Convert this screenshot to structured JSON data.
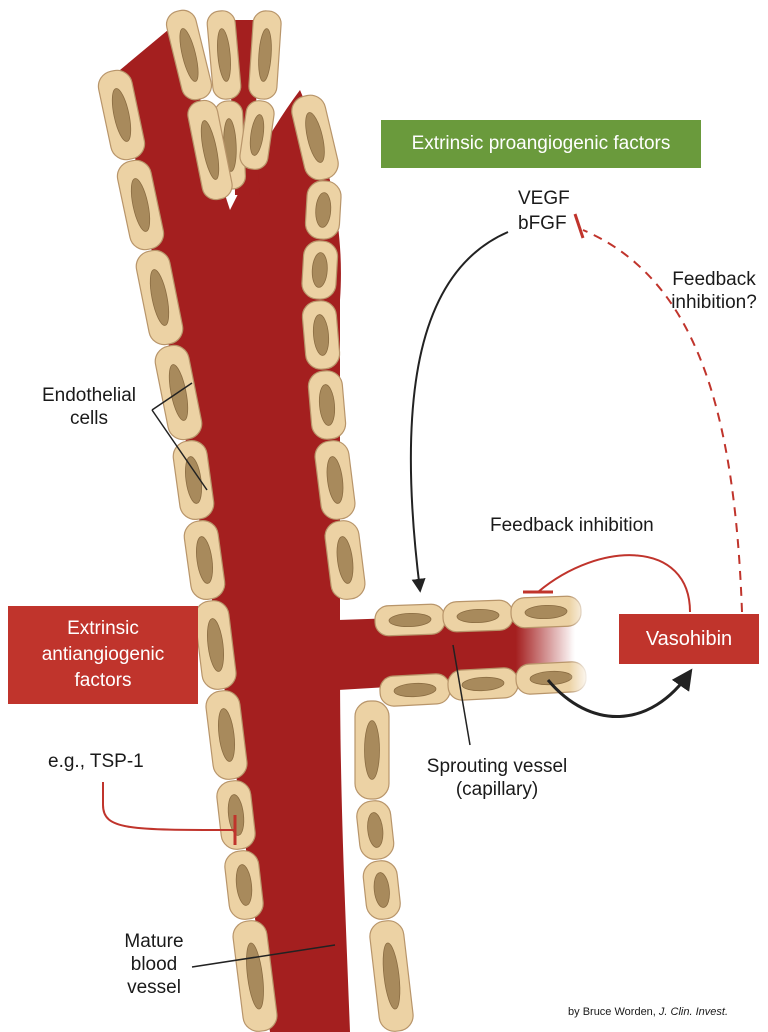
{
  "boxes": {
    "proangiogenic": {
      "text": "Extrinsic  proangiogenic factors",
      "color": "#6a9a3c"
    },
    "antiangiogenic": {
      "line1": "Extrinsic",
      "line2": "antiangiogenic",
      "line3": "factors",
      "color": "#c0342c"
    },
    "vasohibin": {
      "text": "Vasohibin",
      "color": "#c0342c"
    }
  },
  "labels": {
    "vegf": "VEGF",
    "bfgf": "bFGF",
    "feedback_q_line1": "Feedback",
    "feedback_q_line2": "inhibition?",
    "endothelial_line1": "Endothelial",
    "endothelial_line2": "cells",
    "feedback_inhibition": "Feedback inhibition",
    "tsp": "e.g., TSP-1",
    "sprouting_line1": "Sprouting vessel",
    "sprouting_line2": "(capillary)",
    "mature_line1": "Mature",
    "mature_line2": "blood",
    "mature_line3": "vessel"
  },
  "credit": {
    "prefix": "by Bruce Worden, ",
    "journal": "J. Clin. Invest."
  },
  "colors": {
    "blood": "#a41f1f",
    "blood_dark": "#7d1313",
    "cell": "#ecd2a4",
    "cell_edge": "#b8956a",
    "nucleus": "#a88a5c",
    "inhibition": "#c0342c",
    "arrow": "#222222"
  }
}
